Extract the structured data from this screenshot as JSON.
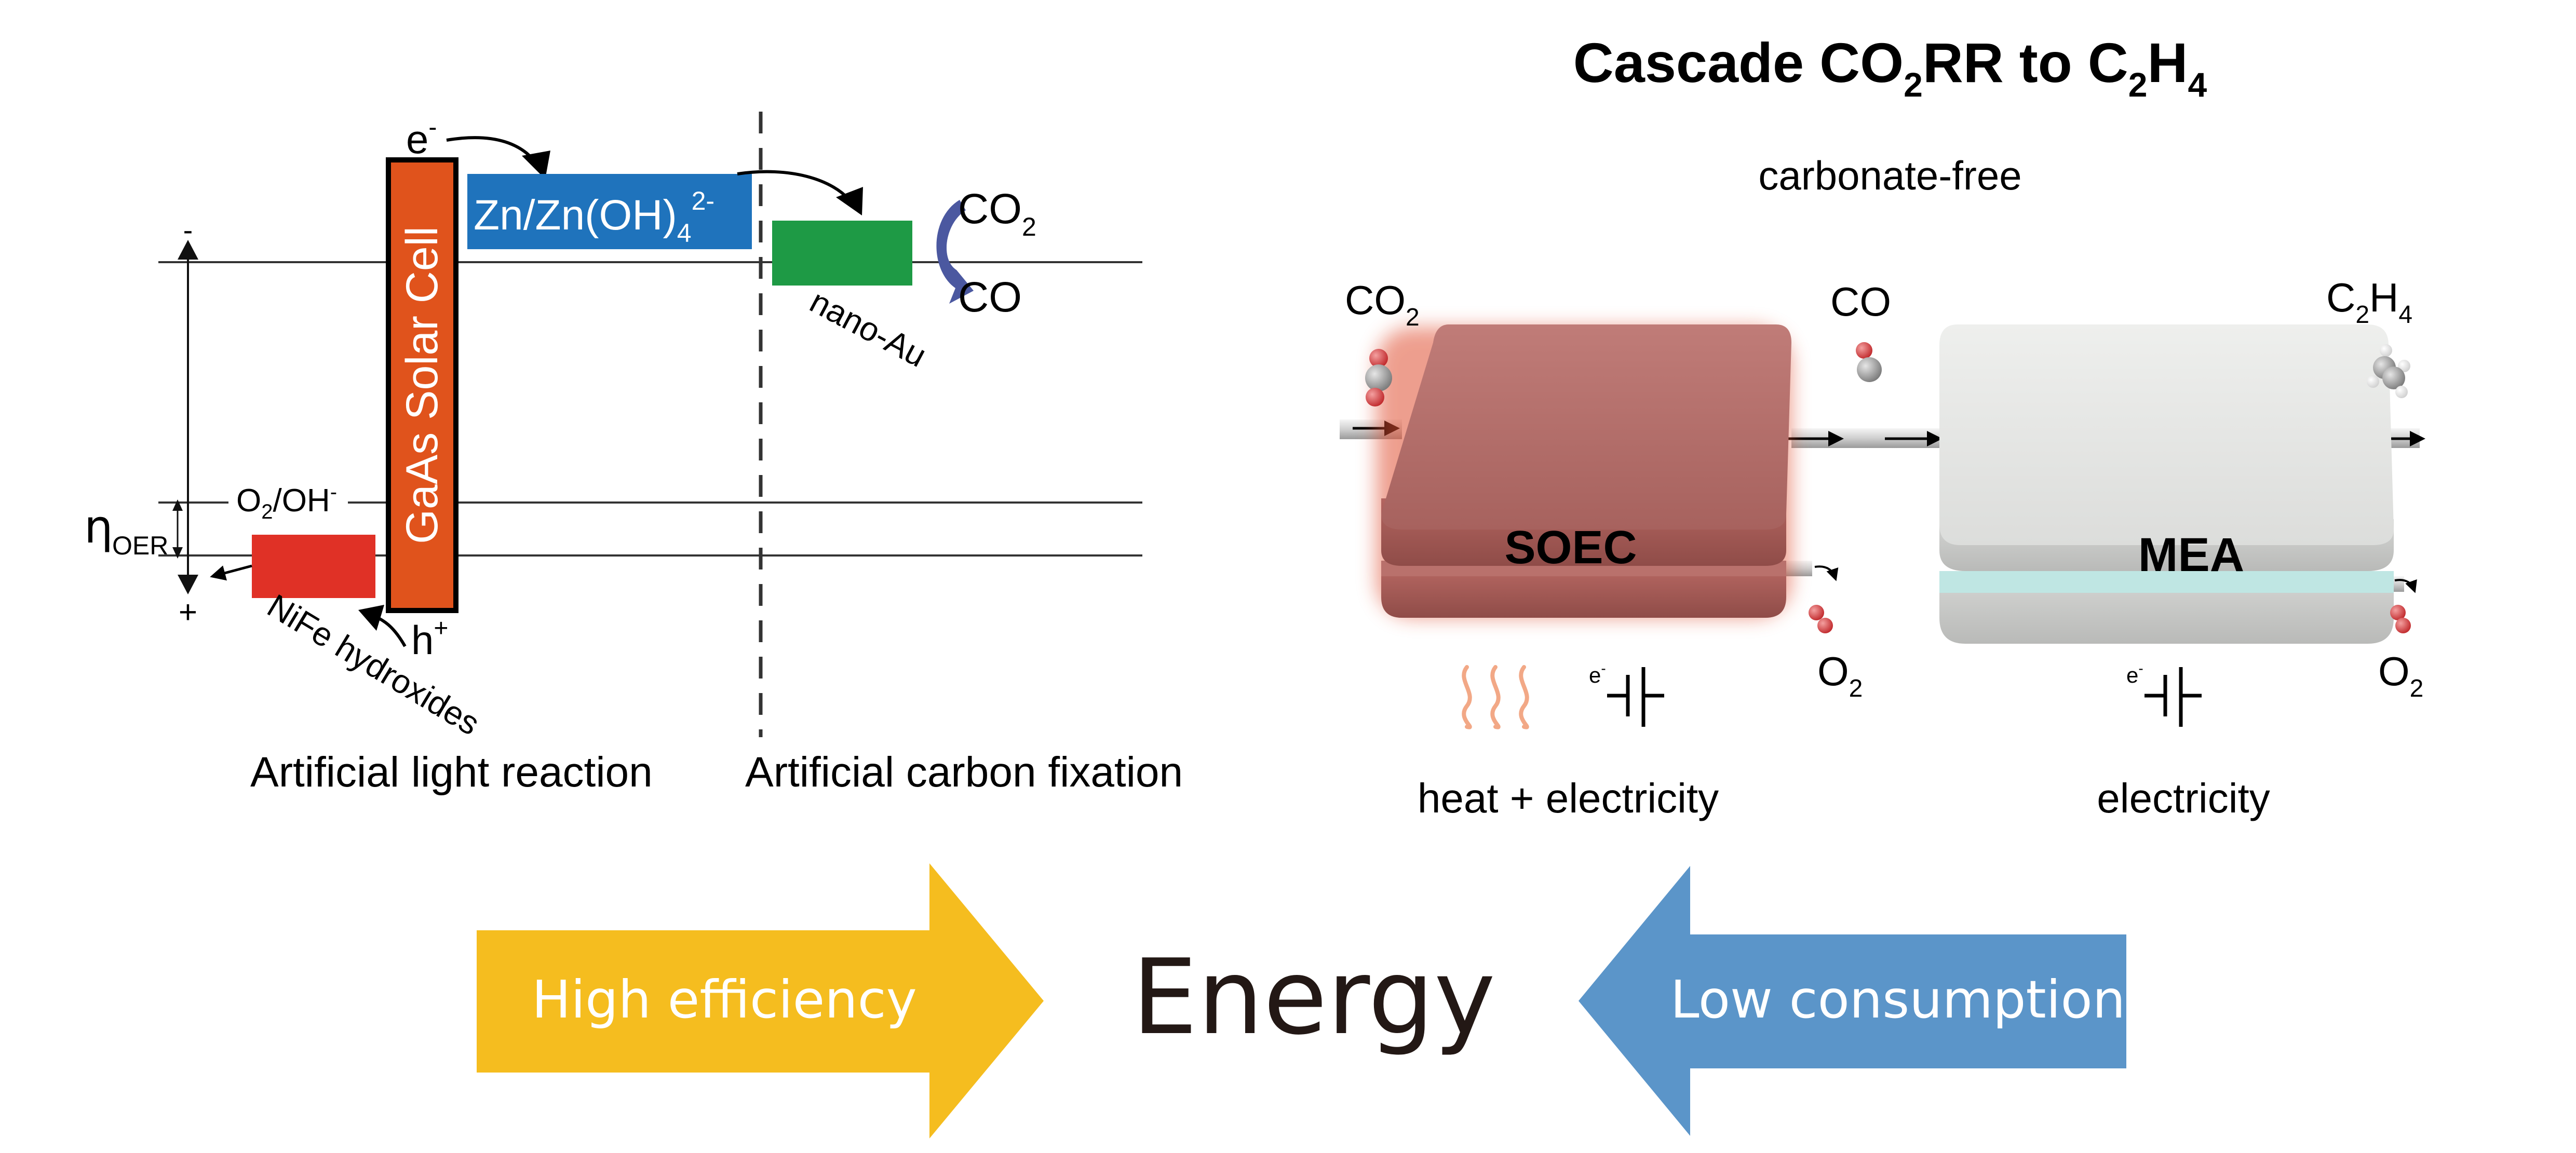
{
  "left_panel": {
    "electron": "e",
    "electron_sup": "-",
    "hole": "h",
    "hole_sup": "+",
    "solar_cell": "GaAs Solar Cell",
    "zn_couple": {
      "main": "Zn/Zn(OH)",
      "sub": "4",
      "sup": "2-"
    },
    "co2": {
      "main": "CO",
      "sub": "2"
    },
    "co": "CO",
    "nano_au": "nano-Au",
    "minus": "-",
    "plus": "+",
    "eta": {
      "main": "η",
      "sub": "OER"
    },
    "o2_oh": {
      "o": "O",
      "sub": "2",
      "rest": "/OH",
      "sup": "-"
    },
    "nife": "NiFe hydroxides",
    "caption_left": "Artificial light reaction",
    "caption_right": "Artificial carbon fixation",
    "colors": {
      "solar": "#e0531c",
      "zn": "#1f73bc",
      "au": "#1e9a45",
      "nife": "#e03126"
    }
  },
  "right_panel": {
    "title": {
      "pre": "Cascade CO",
      "sub1": "2",
      "mid": "RR to C",
      "sub2": "2",
      "h": "H",
      "sub3": "4"
    },
    "subtitle": "carbonate-free",
    "co2_in": {
      "main": "CO",
      "sub": "2"
    },
    "co_mid": "CO",
    "c2h4_out": {
      "c": "C",
      "sub1": "2",
      "h": "H",
      "sub2": "4"
    },
    "soec": "SOEC",
    "mea": "MEA",
    "o2_soec": {
      "main": "O",
      "sub": "2"
    },
    "o2_mea": {
      "main": "O",
      "sub": "2"
    },
    "e_label": "e",
    "e_sup": "-",
    "caption_soec": "heat + electricity",
    "caption_mea": "electricity",
    "colors": {
      "soec": "#b1706c",
      "mea": "#e3e4e2",
      "membrane": "#bfe6e3"
    }
  },
  "bottom": {
    "left_arrow_label": "High efficiency",
    "center": "Energy",
    "right_arrow_label": "Low consumption",
    "colors": {
      "left": "#f5bd1f",
      "right": "#5b95c9",
      "center": "#231815"
    }
  }
}
